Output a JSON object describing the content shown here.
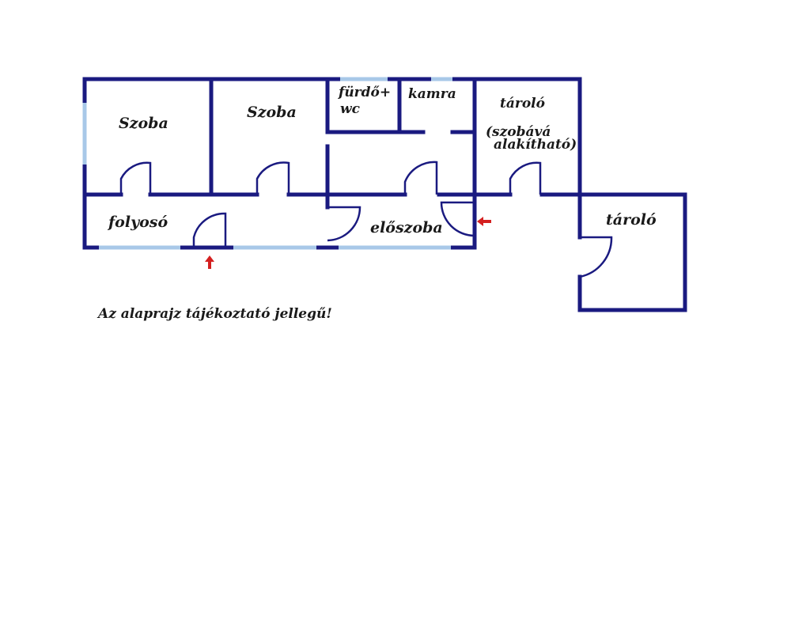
{
  "rooms": {
    "szoba1": "Szoba",
    "szoba2": "Szoba",
    "furdo_line1": "fürdő+",
    "furdo_line2": "wc",
    "kamra": "kamra",
    "tarolo1_line1": "tároló",
    "tarolo1_line2": "(szobává",
    "tarolo1_line3": "alakítható)",
    "folyoso": "folyosó",
    "eloszoba": "előszoba",
    "tarolo2": "tároló"
  },
  "note": "Az alaprajz tájékoztató jellegű!",
  "colors": {
    "wall": "#1a1a80",
    "window": "#a8c8e8",
    "entrance_arrow": "#d42020"
  }
}
